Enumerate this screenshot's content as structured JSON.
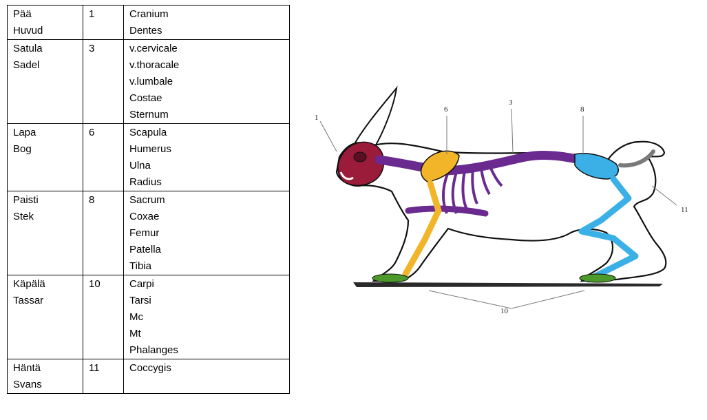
{
  "rows": [
    {
      "region": [
        "Pää",
        "Huvud"
      ],
      "number": "1",
      "bones": [
        "Cranium",
        "Dentes"
      ]
    },
    {
      "region": [
        "Satula",
        "Sadel"
      ],
      "number": "3",
      "bones": [
        "v.cervicale",
        "v.thoracale",
        "v.lumbale",
        "Costae",
        "Sternum"
      ]
    },
    {
      "region": [
        "Lapa",
        "Bog"
      ],
      "number": "6",
      "bones": [
        "Scapula",
        "Humerus",
        "Ulna",
        "Radius"
      ]
    },
    {
      "region": [
        "Paisti",
        "Stek"
      ],
      "number": "8",
      "bones": [
        "Sacrum",
        "Coxae",
        "Femur",
        "Patella",
        "Tibia"
      ]
    },
    {
      "region": [
        "Käpälä",
        "Tassar"
      ],
      "number": "10",
      "bones": [
        "Carpi",
        "Tarsi",
        "Mc",
        "Mt",
        "Phalanges"
      ]
    },
    {
      "region": [
        "Häntä",
        "Svans"
      ],
      "number": "11",
      "bones": [
        "Coccygis"
      ]
    }
  ],
  "figure_labels": {
    "skull": "1",
    "spine": "3",
    "shoulder": "6",
    "pelvis": "8",
    "paws": "10",
    "tail": "11"
  },
  "colors": {
    "skull": "#9b1b3a",
    "spine": "#6a2a8f",
    "shoulder": "#f2b52a",
    "hind": "#3bb0e6",
    "paws": "#4c9a2a",
    "tail": "#7a7a7a"
  }
}
